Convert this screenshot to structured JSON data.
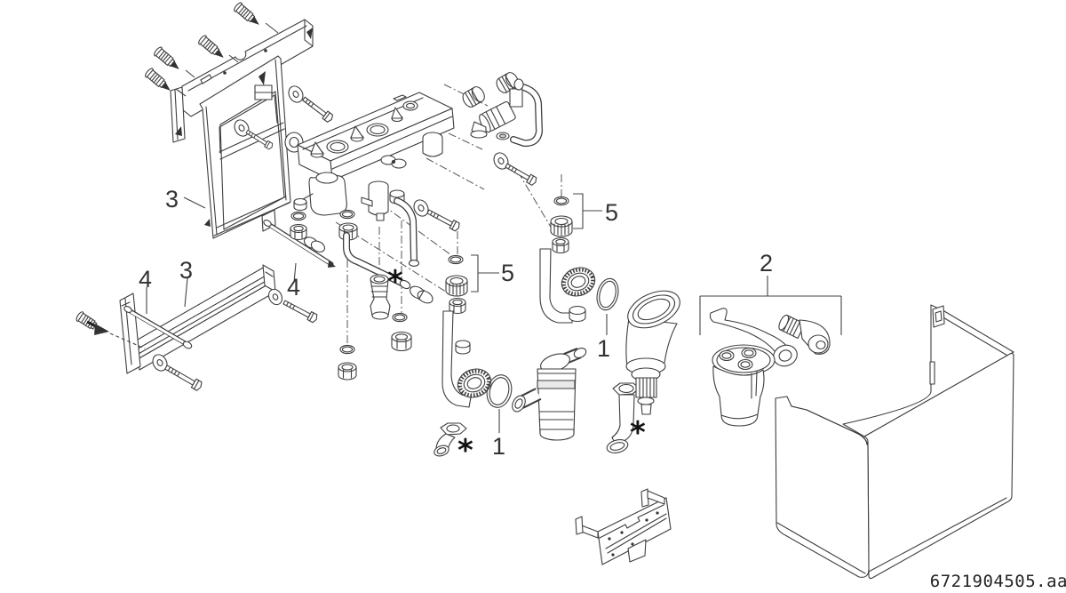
{
  "diagram": {
    "part_number": "6721904505.aa",
    "callouts": {
      "frame_label": "3",
      "rail_label": "3",
      "anchor_left_label": "4",
      "anchor_right_label": "4",
      "union_left_label": "5",
      "union_right_label": "5",
      "oring_left_label": "1",
      "oring_right_label": "1",
      "accessory_group_label": "2",
      "asterisk": "*"
    },
    "colors": {
      "line": "#3e3e3e",
      "background": "#ffffff",
      "label": "#333333",
      "dark_fill": "#333333"
    }
  }
}
